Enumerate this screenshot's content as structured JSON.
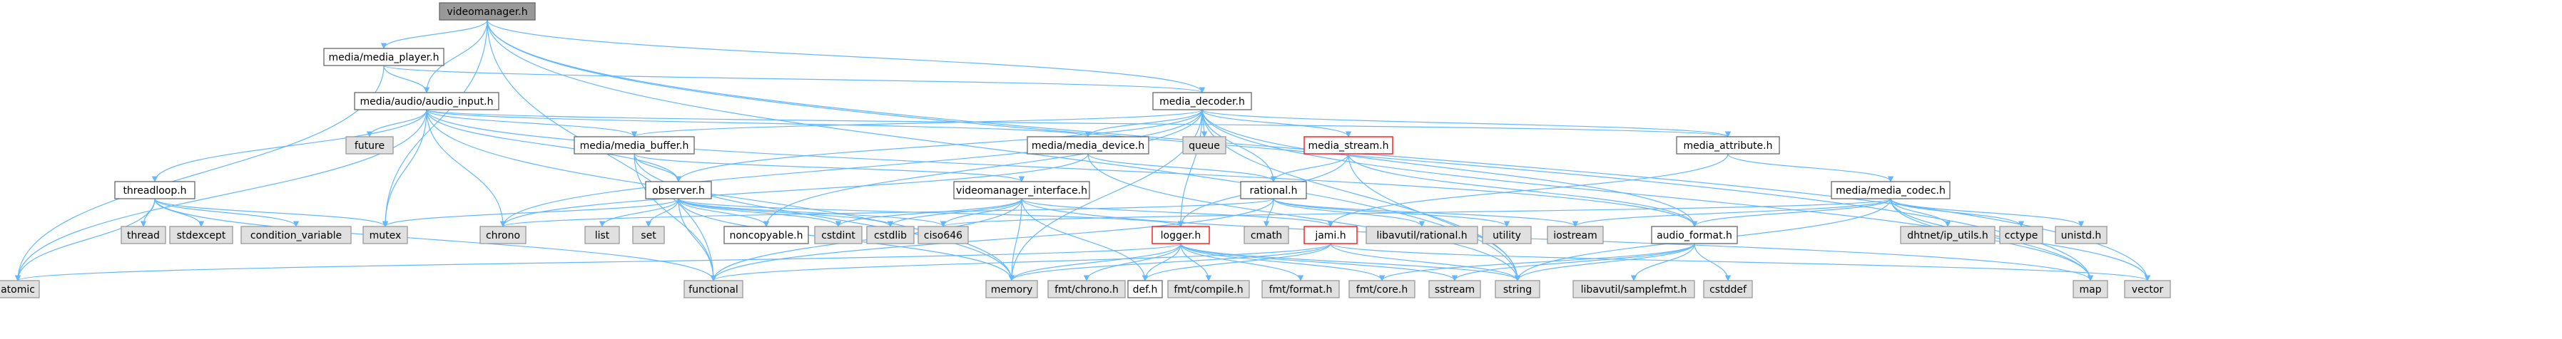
{
  "diagram": {
    "colors": {
      "edge": "#63b8ff",
      "node_fill": "#ffffff",
      "node_stroke": "#666666",
      "leaf_fill": "#e0e0e0",
      "leaf_stroke": "#999999",
      "root_fill": "#999999",
      "root_stroke": "#666666",
      "highlight_stroke": "#ff0000",
      "text": "#000000"
    },
    "nodes": [
      {
        "id": "videomanager",
        "label": "videomanager.h",
        "kind": "root"
      },
      {
        "id": "media_player",
        "label": "media/media_player.h",
        "kind": "normal"
      },
      {
        "id": "audio_input",
        "label": "media/audio/audio_input.h",
        "kind": "normal"
      },
      {
        "id": "media_decoder",
        "label": "media_decoder.h",
        "kind": "normal"
      },
      {
        "id": "threadloop",
        "label": "threadloop.h",
        "kind": "normal"
      },
      {
        "id": "media_buffer",
        "label": "media/media_buffer.h",
        "kind": "normal"
      },
      {
        "id": "media_device",
        "label": "media/media_device.h",
        "kind": "normal"
      },
      {
        "id": "media_stream",
        "label": "media_stream.h",
        "kind": "highlight"
      },
      {
        "id": "media_attribute",
        "label": "media_attribute.h",
        "kind": "normal"
      },
      {
        "id": "observer",
        "label": "observer.h",
        "kind": "normal"
      },
      {
        "id": "vm_interface",
        "label": "videomanager_interface.h",
        "kind": "normal"
      },
      {
        "id": "rational",
        "label": "rational.h",
        "kind": "normal"
      },
      {
        "id": "media_codec",
        "label": "media/media_codec.h",
        "kind": "normal"
      },
      {
        "id": "logger",
        "label": "logger.h",
        "kind": "highlight"
      },
      {
        "id": "jami",
        "label": "jami.h",
        "kind": "highlight"
      },
      {
        "id": "audio_format",
        "label": "audio_format.h",
        "kind": "normal"
      },
      {
        "id": "future",
        "label": "future",
        "kind": "leaf"
      },
      {
        "id": "queue",
        "label": "queue",
        "kind": "leaf"
      },
      {
        "id": "thread",
        "label": "thread",
        "kind": "leaf"
      },
      {
        "id": "stdexcept",
        "label": "stdexcept",
        "kind": "leaf"
      },
      {
        "id": "condition_variable",
        "label": "condition_variable",
        "kind": "leaf"
      },
      {
        "id": "mutex",
        "label": "mutex",
        "kind": "leaf"
      },
      {
        "id": "chrono",
        "label": "chrono",
        "kind": "leaf"
      },
      {
        "id": "list",
        "label": "list",
        "kind": "leaf"
      },
      {
        "id": "set",
        "label": "set",
        "kind": "leaf"
      },
      {
        "id": "noncopyable",
        "label": "noncopyable.h",
        "kind": "normal"
      },
      {
        "id": "cstdint",
        "label": "cstdint",
        "kind": "leaf"
      },
      {
        "id": "cstdlib",
        "label": "cstdlib",
        "kind": "leaf"
      },
      {
        "id": "ciso646",
        "label": "ciso646",
        "kind": "leaf"
      },
      {
        "id": "cmath",
        "label": "cmath",
        "kind": "leaf"
      },
      {
        "id": "libavutil_rational",
        "label": "libavutil/rational.h",
        "kind": "leaf"
      },
      {
        "id": "utility",
        "label": "utility",
        "kind": "leaf"
      },
      {
        "id": "iostream",
        "label": "iostream",
        "kind": "leaf"
      },
      {
        "id": "dhtnet_ip_utils",
        "label": "dhtnet/ip_utils.h",
        "kind": "leaf"
      },
      {
        "id": "cctype",
        "label": "cctype",
        "kind": "leaf"
      },
      {
        "id": "unistd",
        "label": "unistd.h",
        "kind": "leaf"
      },
      {
        "id": "atomic",
        "label": "atomic",
        "kind": "leaf"
      },
      {
        "id": "functional",
        "label": "functional",
        "kind": "leaf"
      },
      {
        "id": "memory",
        "label": "memory",
        "kind": "leaf"
      },
      {
        "id": "fmt_chrono",
        "label": "fmt/chrono.h",
        "kind": "leaf"
      },
      {
        "id": "def",
        "label": "def.h",
        "kind": "normal"
      },
      {
        "id": "fmt_compile",
        "label": "fmt/compile.h",
        "kind": "leaf"
      },
      {
        "id": "fmt_format",
        "label": "fmt/format.h",
        "kind": "leaf"
      },
      {
        "id": "fmt_core",
        "label": "fmt/core.h",
        "kind": "leaf"
      },
      {
        "id": "sstream",
        "label": "sstream",
        "kind": "leaf"
      },
      {
        "id": "string",
        "label": "string",
        "kind": "leaf"
      },
      {
        "id": "libavutil_samplefmt",
        "label": "libavutil/samplefmt.h",
        "kind": "leaf"
      },
      {
        "id": "cstddef",
        "label": "cstddef",
        "kind": "leaf"
      },
      {
        "id": "map",
        "label": "map",
        "kind": "leaf"
      },
      {
        "id": "vector",
        "label": "vector",
        "kind": "leaf"
      }
    ],
    "edges": [
      [
        "videomanager",
        "media_player"
      ],
      [
        "videomanager",
        "audio_input"
      ],
      [
        "videomanager",
        "mutex"
      ],
      [
        "videomanager",
        "functional"
      ],
      [
        "videomanager",
        "string"
      ],
      [
        "videomanager",
        "map"
      ],
      [
        "videomanager",
        "vector"
      ],
      [
        "videomanager",
        "media_decoder"
      ],
      [
        "media_player",
        "audio_input"
      ],
      [
        "media_player",
        "media_decoder"
      ],
      [
        "media_player",
        "atomic"
      ],
      [
        "audio_input",
        "future"
      ],
      [
        "audio_input",
        "threadloop"
      ],
      [
        "audio_input",
        "media_buffer"
      ],
      [
        "audio_input",
        "media_device"
      ],
      [
        "audio_input",
        "observer"
      ],
      [
        "audio_input",
        "audio_format"
      ],
      [
        "audio_input",
        "mutex"
      ],
      [
        "audio_input",
        "chrono"
      ],
      [
        "audio_input",
        "atomic"
      ],
      [
        "audio_input",
        "media_attribute"
      ],
      [
        "audio_input",
        "memory"
      ],
      [
        "media_decoder",
        "queue"
      ],
      [
        "media_decoder",
        "media_stream"
      ],
      [
        "media_decoder",
        "media_attribute"
      ],
      [
        "media_decoder",
        "media_buffer"
      ],
      [
        "media_decoder",
        "media_device"
      ],
      [
        "media_decoder",
        "observer"
      ],
      [
        "media_decoder",
        "rational"
      ],
      [
        "media_decoder",
        "logger"
      ],
      [
        "media_decoder",
        "audio_format"
      ],
      [
        "media_decoder",
        "chrono"
      ],
      [
        "media_decoder",
        "memory"
      ],
      [
        "media_decoder",
        "string"
      ],
      [
        "media_decoder",
        "map"
      ],
      [
        "media_decoder",
        "noncopyable"
      ],
      [
        "threadloop",
        "thread"
      ],
      [
        "threadloop",
        "stdexcept"
      ],
      [
        "threadloop",
        "condition_variable"
      ],
      [
        "threadloop",
        "mutex"
      ],
      [
        "threadloop",
        "atomic"
      ],
      [
        "threadloop",
        "functional"
      ],
      [
        "media_buffer",
        "observer"
      ],
      [
        "media_buffer",
        "vm_interface"
      ],
      [
        "media_buffer",
        "memory"
      ],
      [
        "media_buffer",
        "functional"
      ],
      [
        "media_device",
        "rational"
      ],
      [
        "media_device",
        "string"
      ],
      [
        "media_device",
        "chrono"
      ],
      [
        "media_stream",
        "rational"
      ],
      [
        "media_stream",
        "logger"
      ],
      [
        "media_stream",
        "audio_format"
      ],
      [
        "media_stream",
        "string"
      ],
      [
        "media_attribute",
        "media_codec"
      ],
      [
        "media_attribute",
        "jami"
      ],
      [
        "observer",
        "list"
      ],
      [
        "observer",
        "set"
      ],
      [
        "observer",
        "mutex"
      ],
      [
        "observer",
        "functional"
      ],
      [
        "observer",
        "ciso646"
      ],
      [
        "observer",
        "memory"
      ],
      [
        "observer",
        "noncopyable"
      ],
      [
        "observer",
        "cstdint"
      ],
      [
        "observer",
        "cstdlib"
      ],
      [
        "observer",
        "logger"
      ],
      [
        "vm_interface",
        "jami"
      ],
      [
        "vm_interface",
        "functional"
      ],
      [
        "vm_interface",
        "def"
      ],
      [
        "vm_interface",
        "memory"
      ],
      [
        "vm_interface",
        "cstdint"
      ],
      [
        "vm_interface",
        "cstdlib"
      ],
      [
        "vm_interface",
        "map"
      ],
      [
        "vm_interface",
        "ciso646"
      ],
      [
        "rational",
        "utility"
      ],
      [
        "rational",
        "cmath"
      ],
      [
        "rational",
        "libavutil_rational"
      ],
      [
        "rational",
        "iostream"
      ],
      [
        "rational",
        "chrono"
      ],
      [
        "rational",
        "functional"
      ],
      [
        "media_codec",
        "audio_format"
      ],
      [
        "media_codec",
        "dhtnet_ip_utils"
      ],
      [
        "media_codec",
        "cctype"
      ],
      [
        "media_codec",
        "unistd"
      ],
      [
        "media_codec",
        "iostream"
      ],
      [
        "media_codec",
        "string"
      ],
      [
        "media_codec",
        "vector"
      ],
      [
        "media_codec",
        "map"
      ],
      [
        "media_codec",
        "ciso646"
      ],
      [
        "logger",
        "fmt_chrono"
      ],
      [
        "logger",
        "fmt_compile"
      ],
      [
        "logger",
        "fmt_format"
      ],
      [
        "logger",
        "fmt_core"
      ],
      [
        "logger",
        "def"
      ],
      [
        "logger",
        "sstream"
      ],
      [
        "logger",
        "string"
      ],
      [
        "logger",
        "memory"
      ],
      [
        "logger",
        "atomic"
      ],
      [
        "jami",
        "def"
      ],
      [
        "jami",
        "string"
      ],
      [
        "jami",
        "vector"
      ],
      [
        "jami",
        "functional"
      ],
      [
        "jami",
        "memory"
      ],
      [
        "audio_format",
        "fmt_core"
      ],
      [
        "audio_format",
        "sstream"
      ],
      [
        "audio_format",
        "string"
      ],
      [
        "audio_format",
        "libavutil_samplefmt"
      ],
      [
        "audio_format",
        "cstddef"
      ]
    ]
  }
}
